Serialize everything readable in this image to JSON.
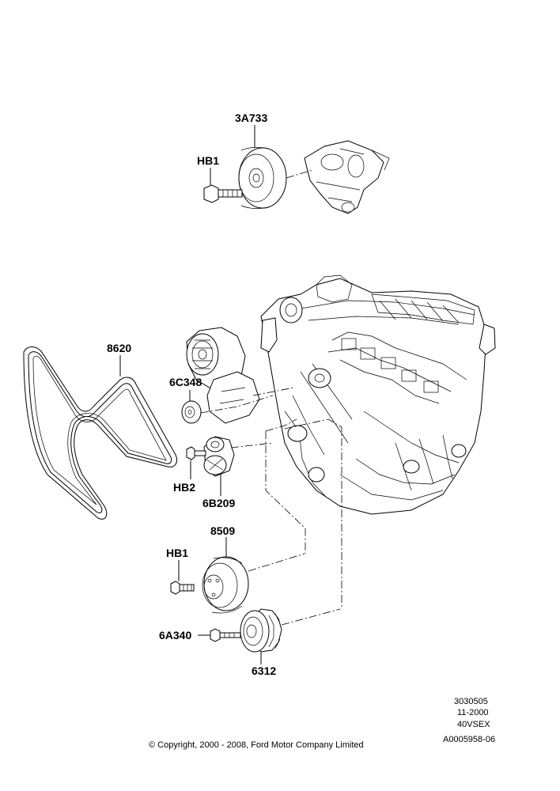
{
  "callouts": {
    "ps_pulley": "3A733",
    "ps_bolt": "HB1",
    "belt": "8620",
    "idler": "6C348",
    "tensioner_bolt": "HB2",
    "tensioner": "6B209",
    "wp_pulley": "8509",
    "wp_bolt": "HB1",
    "crank_bolt": "6A340",
    "crank_pulley": "6312"
  },
  "reference": {
    "code1": "3030505",
    "date": "11-2000",
    "model": "40VSEX",
    "id": "A0005958-06"
  },
  "copyright": "© Copyright, 2000 - 2008, Ford Motor Company Limited"
}
